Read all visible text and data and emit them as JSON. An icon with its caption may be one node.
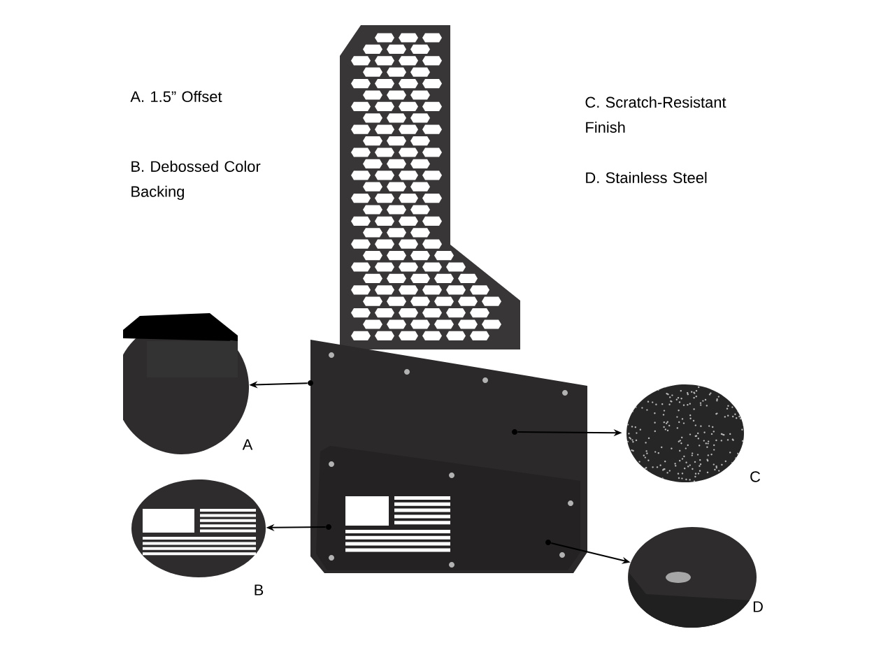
{
  "diagram": {
    "nodes": [
      {
        "text": [],
        "shape": "picture"
      },
      {
        "text": [],
        "shape": "circle",
        "in": 0
      },
      {
        "text": [],
        "shape": "circle",
        "in": 0
      },
      {
        "text": [],
        "shape": "circle",
        "in": 0
      },
      {
        "text": [],
        "shape": "circle",
        "in": 0
      },
      {
        "text": [],
        "shape": "picture",
        "beside": [
          "A"
        ]
      },
      {
        "text": [],
        "shape": "picture",
        "beside": [
          "B"
        ]
      },
      {
        "text": [],
        "shape": "circle",
        "beside": [
          "C"
        ]
      },
      {
        "text": [],
        "shape": "picture",
        "beside": [
          "D"
        ]
      }
    ],
    "edges": [
      {
        "from": 1,
        "to": 5,
        "arrow": "to"
      },
      {
        "from": 2,
        "to": 6,
        "arrow": "to"
      },
      {
        "from": 3,
        "to": 7,
        "arrow": "to"
      },
      {
        "from": 4,
        "to": 8,
        "arrow": "to"
      }
    ],
    "labels": [
      "A. 1.5” Offset",
      "B. Debossed Color Backing",
      "C. Scratch-Resistant Finish",
      "D. Stainless Steel"
    ]
  }
}
